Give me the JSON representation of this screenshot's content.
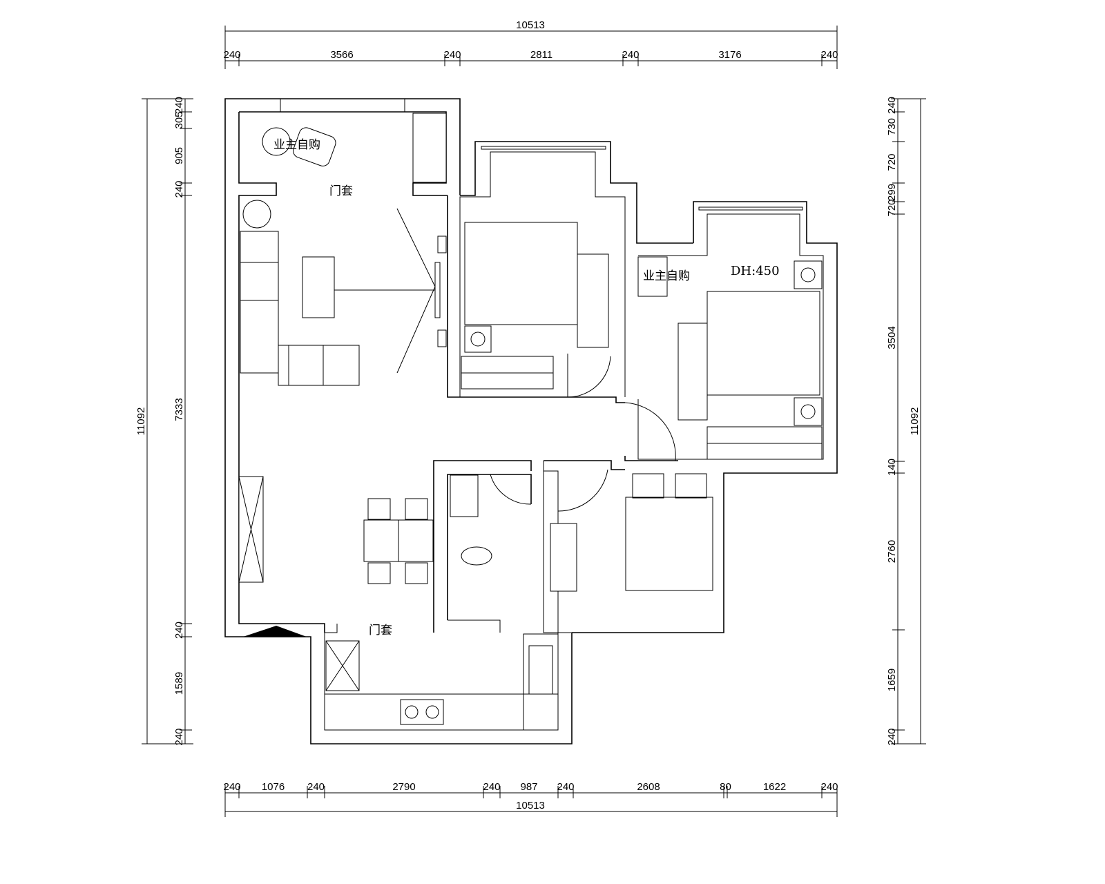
{
  "title": "Apartment floor plan",
  "dimensions": {
    "top_total": "10513",
    "top_segments": [
      "240",
      "3566",
      "240",
      "2811",
      "240",
      "3176",
      "240"
    ],
    "bottom_total": "10513",
    "bottom_segments": [
      "240",
      "1076",
      "240",
      "2790",
      "240",
      "987",
      "240",
      "2608",
      "80",
      "1622",
      "240"
    ],
    "left_total": "11092",
    "left_segments": [
      "240",
      "305",
      "905",
      "240",
      "7333",
      "240",
      "1589",
      "240"
    ],
    "right_total": "11092",
    "right_segments": [
      "240",
      "730",
      "720",
      "299",
      "720",
      "3504",
      "140",
      "2760",
      "1659",
      "240"
    ]
  },
  "labels": {
    "door_frame_top": "门套",
    "door_frame_bottom": "门套",
    "owner_purchase_1": "业主自购",
    "owner_purchase_2": "业主自购",
    "desk_height": "DH:450"
  },
  "colors": {
    "line": "#000000",
    "background": "#ffffff"
  }
}
